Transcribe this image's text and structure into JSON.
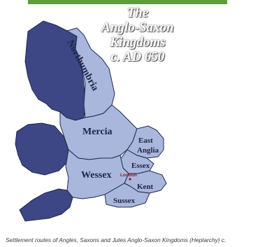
{
  "title": {
    "line1": "The",
    "line2": "Anglo-Saxon",
    "line3": "Kingdoms",
    "line4": "c. AD 650"
  },
  "kingdoms": {
    "northumbria": "Northumbria",
    "mercia": "Mercia",
    "east_anglia_1": "East",
    "east_anglia_2": "Anglia",
    "essex": "Essex",
    "wessex": "Wessex",
    "kent": "Kent",
    "sussex": "Sussex"
  },
  "cities": {
    "london": "London"
  },
  "caption": "Settlement routes of Angles, Saxons and Jutes  Anglo-Saxon Kingdoms (Heptarchy) c.",
  "colors": {
    "sea": "#ffffff",
    "anglo_saxon_land": "#a9b7dd",
    "celtic_land": "#3d4785",
    "borders": "#1e2750",
    "title_banner": "#5c9e3c"
  }
}
